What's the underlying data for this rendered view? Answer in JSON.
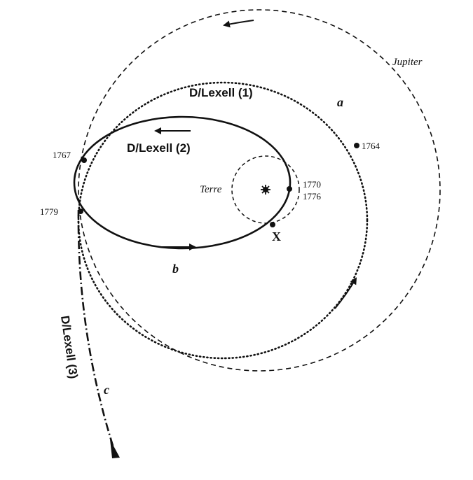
{
  "labels": {
    "jupiter": "Jupiter",
    "lexell1": "D/Lexell (1)",
    "lexell2": "D/Lexell (2)",
    "lexell3": "D/Lexell (3)",
    "earth": "Terre",
    "a": "a",
    "b": "b",
    "c": "c",
    "x": "X"
  },
  "years": {
    "y1764": "1764",
    "y1767": "1767",
    "y1770": "1770",
    "y1776": "1776",
    "y1779": "1779"
  },
  "colors": {
    "ink": "#111111",
    "background": "#ffffff"
  }
}
